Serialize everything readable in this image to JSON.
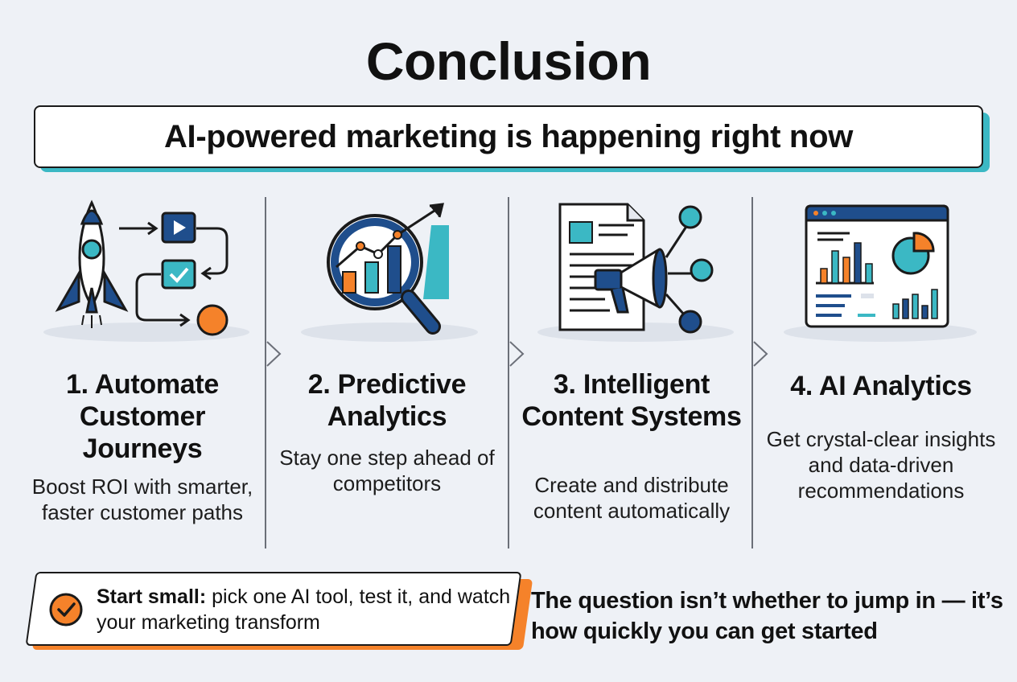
{
  "title": "Conclusion",
  "subtitle": "AI-powered marketing is happening right now",
  "columns": [
    {
      "heading": "1. Automate Customer Journeys",
      "description": "Boost ROI with smarter, faster customer paths",
      "icon": "rocket-workflow-icon"
    },
    {
      "heading": "2. Predictive Analytics",
      "description": "Stay one step ahead of competitors",
      "icon": "magnifier-chart-icon"
    },
    {
      "heading": "3. Intelligent Content Systems",
      "description": "Create and distribute content automatically",
      "icon": "document-megaphone-icon"
    },
    {
      "heading": "4. AI Analytics",
      "description": "Get crystal-clear insights and data-driven recommendations",
      "icon": "dashboard-icon"
    }
  ],
  "cta": {
    "strong": "Start small:",
    "text": " pick one AI tool, test it, and watch your marketing transform",
    "icon": "check-circle-icon"
  },
  "question": "The question isn’t whether to jump in — it’s how quickly you can get started",
  "colors": {
    "navy": "#1f4e8c",
    "teal": "#3bb8c4",
    "orange": "#f5822a",
    "background": "#eef1f6"
  }
}
